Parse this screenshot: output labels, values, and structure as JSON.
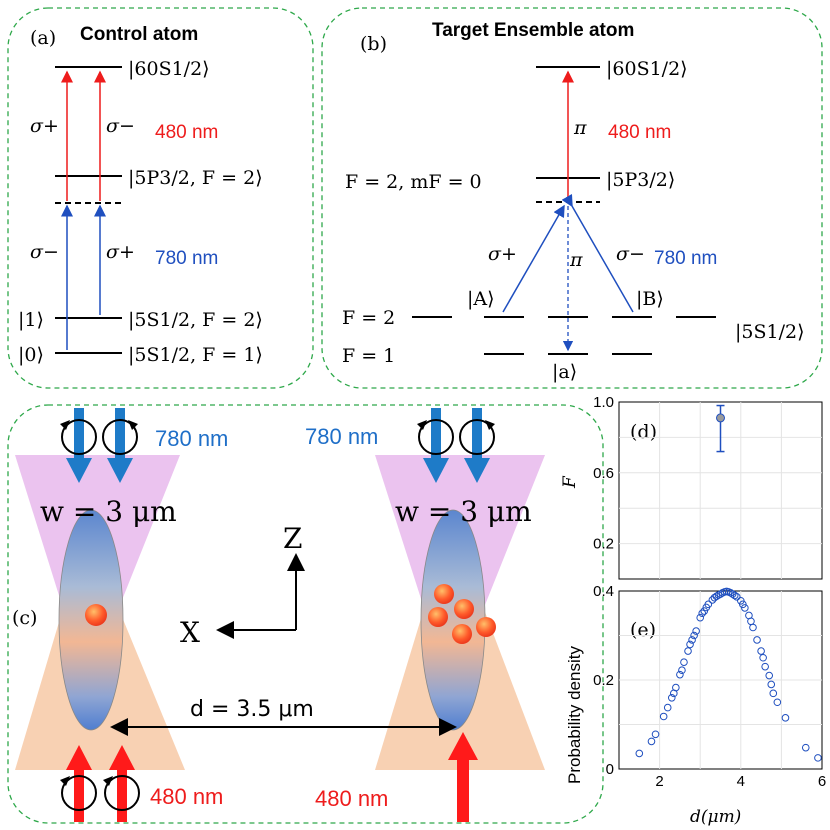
{
  "panel_a": {
    "tag": "(a)",
    "title": "Control atom",
    "level_60s": "|60S1/2⟩",
    "level_5p": "|5P3/2, F = 2⟩",
    "level_5s_f2": "|5S1/2, F = 2⟩",
    "level_5s_f1": "|5S1/2, F = 1⟩",
    "ket_1": "|1⟩",
    "ket_0": "|0⟩",
    "sigma_plus_red": "σ+",
    "sigma_minus_red": "σ−",
    "sigma_minus_blue": "σ−",
    "sigma_plus_blue": "σ+",
    "wavelength_red": "480 nm",
    "wavelength_blue": "780 nm"
  },
  "panel_b": {
    "tag": "(b)",
    "title": "Target Ensemble atom",
    "level_60s": "|60S1/2⟩",
    "level_5p": "|5P3/2⟩",
    "level_5s": "|5S1/2⟩",
    "pi_red": "π",
    "wavelength_red": "480 nm",
    "f2_mf0": "F = 2,  mF = 0",
    "sigma_plus": "σ+",
    "pi_blue": "π",
    "sigma_minus": "σ−",
    "wavelength_blue": "780 nm",
    "ket_A": "|A⟩",
    "ket_B": "|B⟩",
    "ket_a": "|a⟩",
    "f2": "F = 2",
    "f1": "F = 1"
  },
  "panel_c": {
    "tag": "(c)",
    "wavelength_blue_left": "780 nm",
    "wavelength_blue_right": "780 nm",
    "waist_left": "w = 3 μm",
    "waist_right": "w = 3 μm",
    "axis_z": "Z",
    "axis_x": "X",
    "distance": "d = 3.5 μm",
    "wavelength_red_left": "480 nm",
    "wavelength_red_right": "480 nm"
  },
  "chart_data": [
    {
      "type": "scatter",
      "panel": "(d)",
      "ylabel": "F",
      "xlim": [
        1,
        6
      ],
      "ylim": [
        0,
        1
      ],
      "yticks": [
        0.2,
        0.6,
        1.0
      ],
      "grid": true,
      "points": [
        {
          "x": 3.5,
          "y": 0.91,
          "err_low": 0.72,
          "err_high": 0.98
        }
      ]
    },
    {
      "type": "scatter",
      "panel": "(e)",
      "xlabel": "d(μm)",
      "ylabel": "Probability density",
      "xlim": [
        1,
        6
      ],
      "ylim": [
        0,
        0.4
      ],
      "xticks": [
        2,
        4,
        6
      ],
      "yticks": [
        0,
        0.2,
        0.4
      ],
      "grid": true,
      "series": [
        {
          "x": [
            1.5,
            1.8,
            1.9,
            2.1,
            2.2,
            2.3,
            2.35,
            2.4,
            2.5,
            2.55,
            2.6,
            2.7,
            2.75,
            2.8,
            2.85,
            2.9,
            3.0,
            3.05,
            3.1,
            3.15,
            3.2,
            3.3,
            3.35,
            3.4,
            3.45,
            3.5,
            3.55,
            3.6,
            3.65,
            3.7,
            3.75,
            3.8,
            3.85,
            3.9,
            4.0,
            4.05,
            4.1,
            4.2,
            4.25,
            4.3,
            4.4,
            4.5,
            4.55,
            4.6,
            4.7,
            4.75,
            4.8,
            4.9,
            5.1,
            5.6,
            5.9
          ],
          "y": [
            0.035,
            0.062,
            0.078,
            0.118,
            0.138,
            0.16,
            0.17,
            0.183,
            0.212,
            0.222,
            0.24,
            0.265,
            0.28,
            0.29,
            0.3,
            0.31,
            0.34,
            0.35,
            0.355,
            0.363,
            0.37,
            0.38,
            0.385,
            0.388,
            0.391,
            0.393,
            0.396,
            0.398,
            0.399,
            0.398,
            0.396,
            0.393,
            0.39,
            0.387,
            0.378,
            0.37,
            0.362,
            0.345,
            0.332,
            0.318,
            0.29,
            0.265,
            0.25,
            0.23,
            0.21,
            0.19,
            0.17,
            0.15,
            0.115,
            0.048,
            0.025
          ]
        }
      ]
    }
  ]
}
